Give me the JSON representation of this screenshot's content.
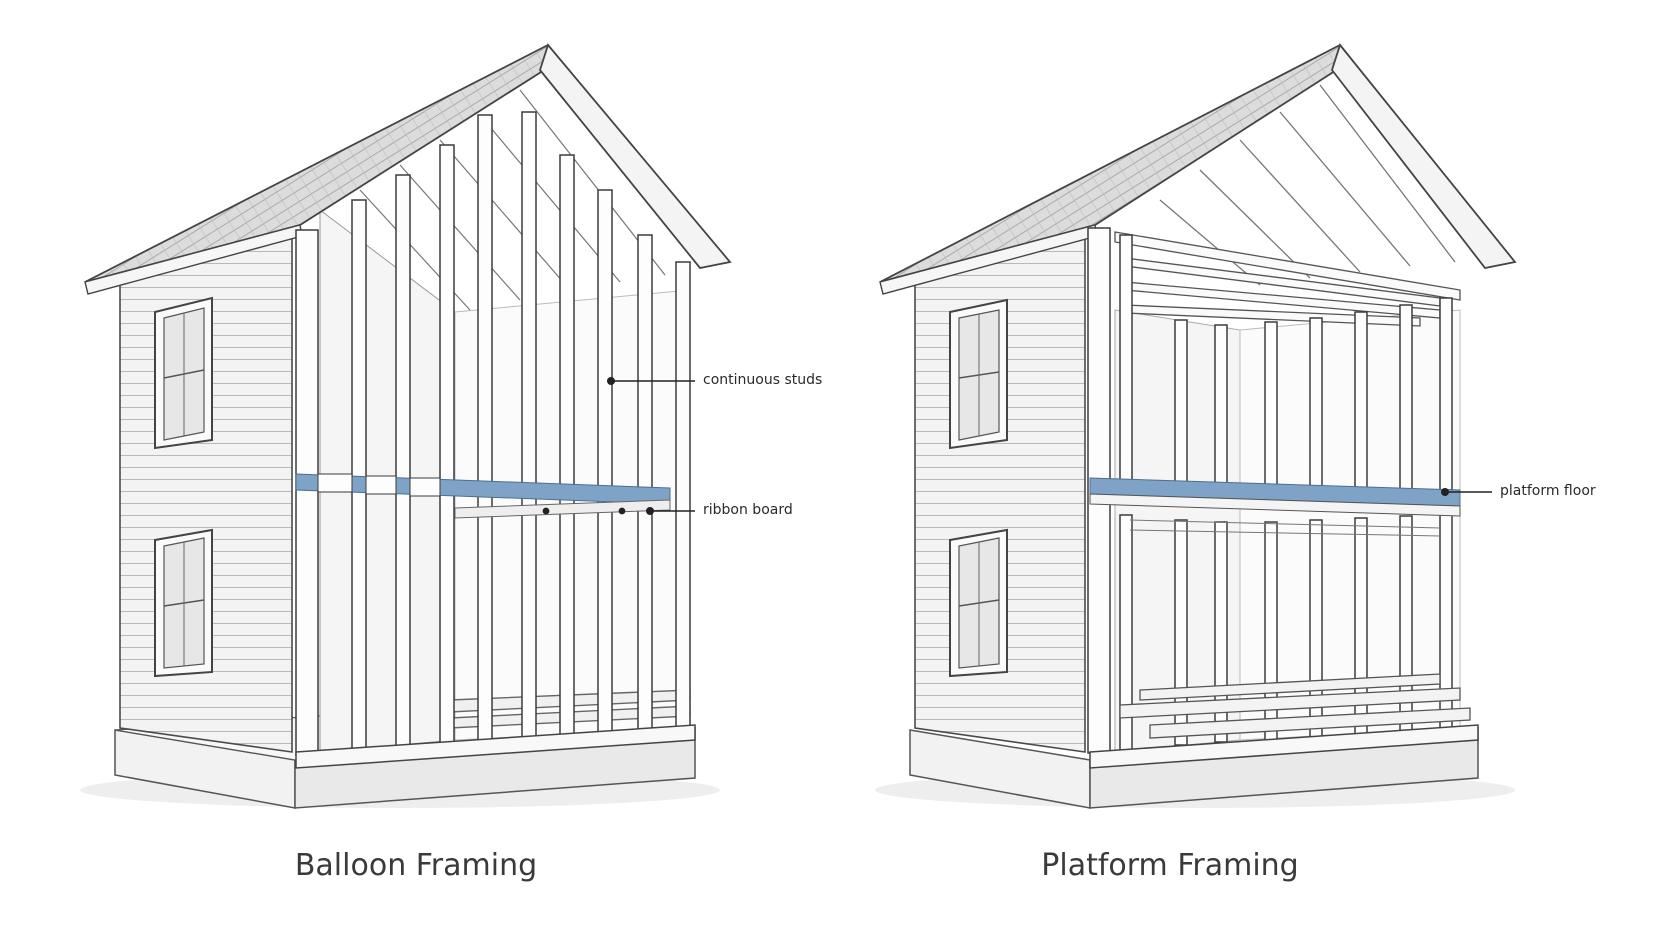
{
  "figures": [
    {
      "title": "Balloon Framing",
      "callouts": [
        "continuous studs",
        "ribbon board"
      ]
    },
    {
      "title": "Platform Framing",
      "callouts": [
        "platform floor"
      ]
    }
  ],
  "colors": {
    "background": "#ffffff",
    "line": "#3c3c3c",
    "highlight_band": "#7fa3c6",
    "roof": "#d8d8d8",
    "siding": "#f1f1f1"
  }
}
